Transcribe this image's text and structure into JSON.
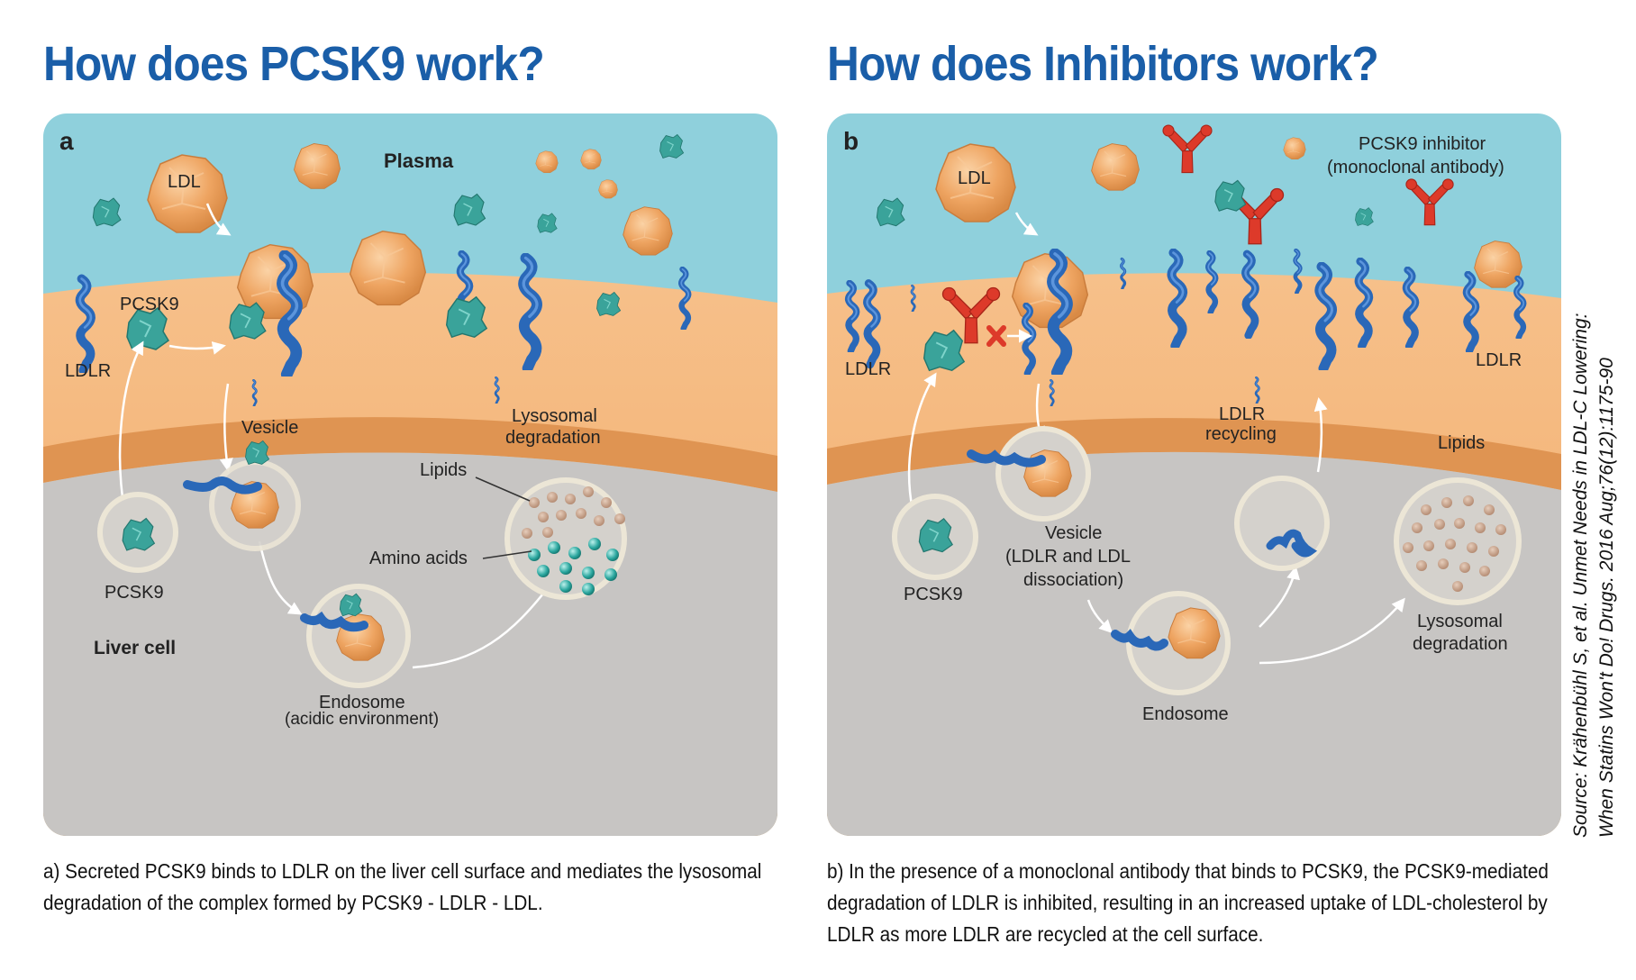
{
  "panel_a": {
    "title": "How does PCSK9 work?",
    "letter": "a",
    "labels": {
      "plasma": "Plasma",
      "ldl": "LDL",
      "pcsk9_top": "PCSK9",
      "ldlr": "LDLR",
      "vesicle": "Vesicle",
      "lysosomal_1": "Lysosomal",
      "lysosomal_2": "degradation",
      "lipids": "Lipids",
      "amino_acids": "Amino acids",
      "pcsk9_bottom": "PCSK9",
      "liver_cell": "Liver cell",
      "endosome_1": "Endosome",
      "endosome_2": "(acidic environment)"
    },
    "caption": "a) Secreted PCSK9 binds to LDLR on the liver cell surface and mediates the lysosomal degradation of the complex formed by PCSK9 - LDLR - LDL."
  },
  "panel_b": {
    "title": "How does Inhibitors work?",
    "letter": "b",
    "labels": {
      "inhibitor_1": "PCSK9 inhibitor",
      "inhibitor_2": "(monoclonal antibody)",
      "ldl": "LDL",
      "ldlr_left": "LDLR",
      "ldlr_right": "LDLR",
      "ldlr_recycling_1": "LDLR",
      "ldlr_recycling_2": "recycling",
      "lipids": "Lipids",
      "vesicle_1": "Vesicle",
      "vesicle_2": "(LDLR and LDL",
      "vesicle_3": "dissociation)",
      "pcsk9": "PCSK9",
      "lysosomal_1": "Lysosomal",
      "lysosomal_2": "degradation",
      "endosome": "Endosome"
    },
    "caption": "b) In the presence of a monoclonal antibody that binds to PCSK9, the PCSK9-mediated degradation of LDLR is inhibited, resulting in an increased uptake of LDL-cholesterol by LDLR as more LDLR are recycled at the cell surface."
  },
  "source": {
    "line1": "Source: Krähenbühl S, et al. Unmet Needs in LDL-C Lowering:",
    "line2": "When Statins Won't Do! Drugs. 2016 Aug;76(12):1175-90"
  },
  "colors": {
    "title": "#1a5ea8",
    "plasma": "#8fd0dc",
    "membrane": "#f4b374",
    "membrane_edge": "#d98c45",
    "cytoplasm": "#c7c5c3",
    "ldl": "#eea461",
    "pcsk9": "#3aa39a",
    "ldlr": "#2a68b8",
    "antibody": "#dd3a2a",
    "lipid": "#c4a088",
    "amino": "#2aa69e"
  }
}
